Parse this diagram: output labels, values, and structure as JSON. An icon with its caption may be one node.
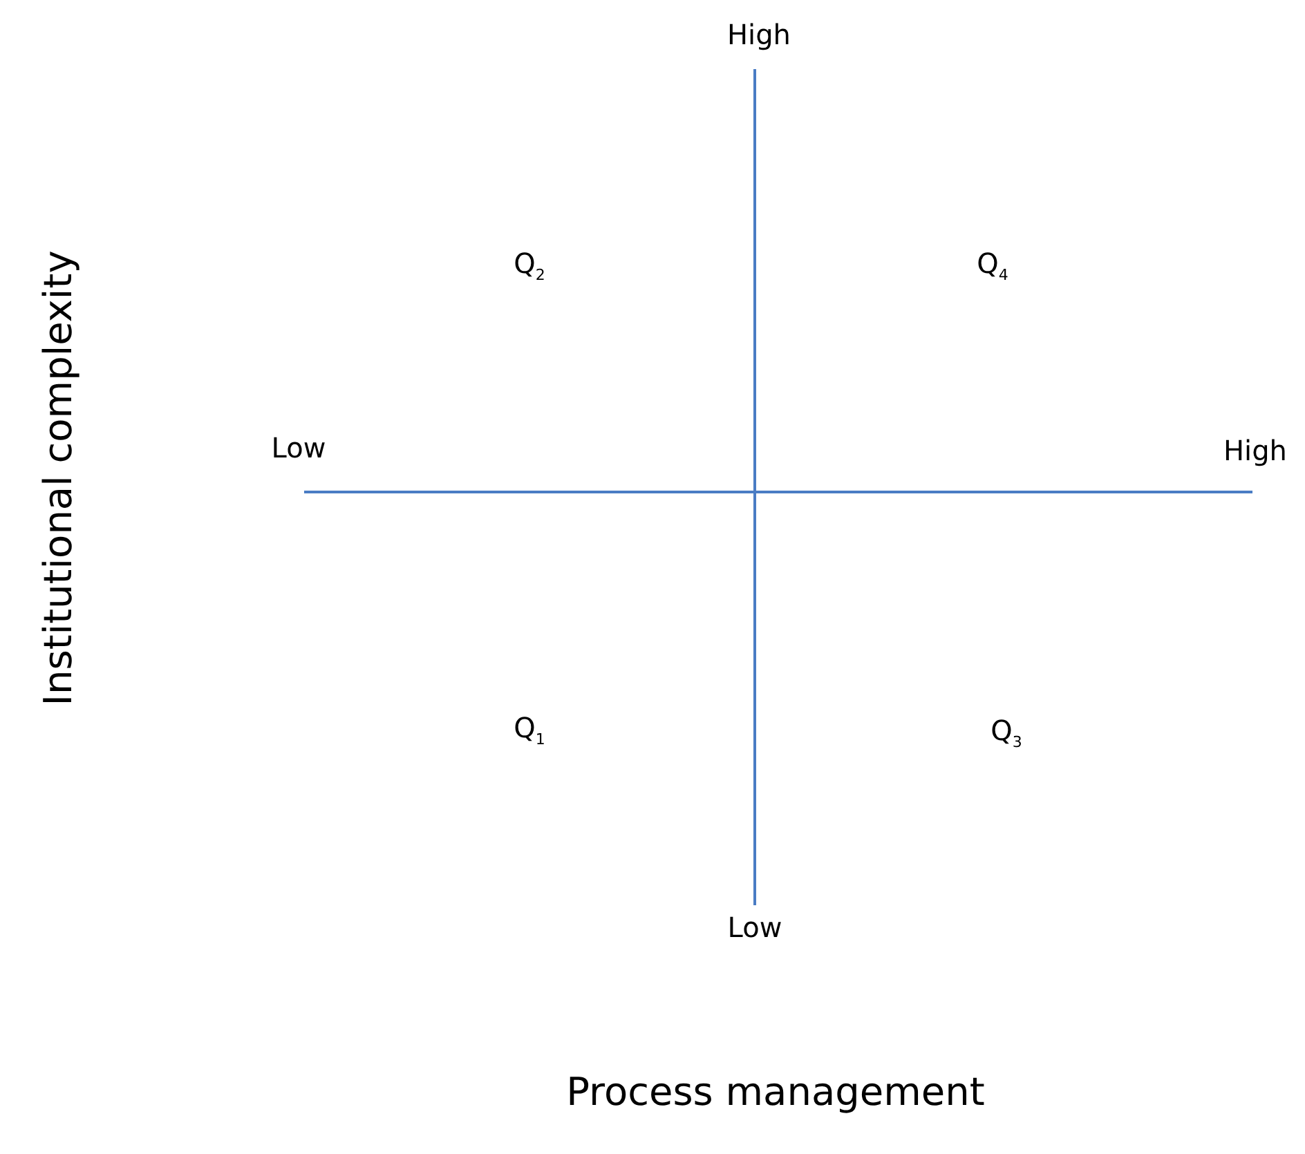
{
  "diagram": {
    "labels": [
      "High",
      "Q$_{2}$",
      "Q$_{4}$",
      "Low",
      "High",
      "Q$_{1}$",
      "Q$_{3}$",
      "Low",
      "Institutional complexity",
      "Process management"
    ]
  }
}
